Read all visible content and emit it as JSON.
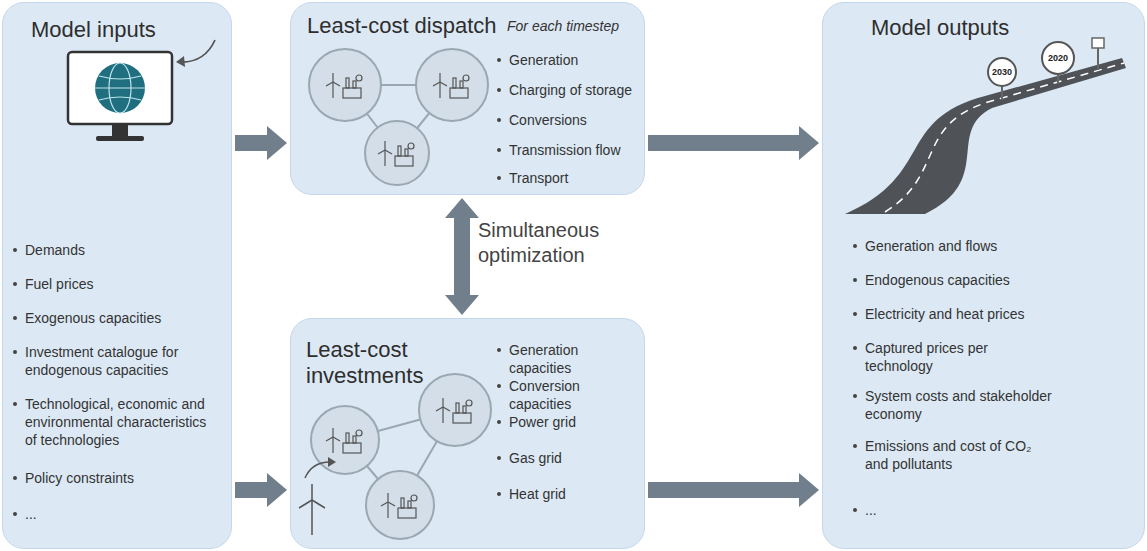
{
  "diagram": {
    "nodes": [
      {
        "text": [
          "Model inputs",
          "Demands",
          "Fuel prices",
          "Exogenous capacities",
          "Investment catalogue for endogenous capacities",
          "Technological, economic and environmental characteristics of technologies",
          "Policy constraints",
          "..."
        ]
      },
      {
        "text": [
          "Least-cost dispatch",
          "For each timestep",
          "Generation",
          "Charging of storage",
          "Conversions",
          "Transmission flow",
          "Transport"
        ]
      },
      {
        "text": [
          "Least-cost investments",
          "Generation capacities",
          "Conversion capacities",
          "Power grid",
          "Gas grid",
          "Heat grid"
        ]
      },
      {
        "text": [
          "Model outputs",
          "Generation and flows",
          "Endogenous capacities",
          "Electricity and heat prices",
          "Captured prices per technology",
          "System costs and stakeholder economy",
          "Emissions and cost of CO₂ and pollutants",
          "..."
        ]
      }
    ],
    "edges": [
      {
        "from": 0,
        "to": 1,
        "arrow": "to"
      },
      {
        "from": 0,
        "to": 2,
        "arrow": "to"
      },
      {
        "from": 1,
        "to": 3,
        "arrow": "to"
      },
      {
        "from": 2,
        "to": 3,
        "arrow": "to"
      },
      {
        "from": 1,
        "to": 2,
        "arrow": "both",
        "label": "Simultaneous optimization"
      }
    ],
    "labels": [
      "2030",
      "2020"
    ]
  }
}
